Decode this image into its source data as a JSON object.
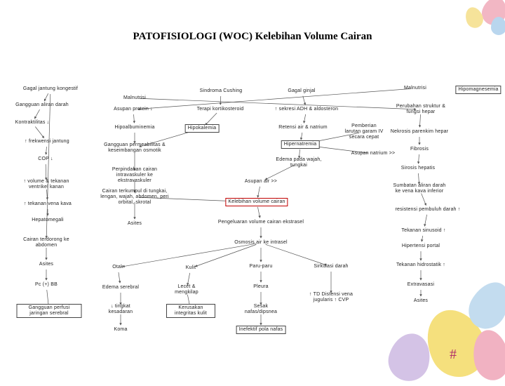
{
  "title": "PATOFISIOLOGI (WOC) Kelebihan Volume Cairan",
  "nodes": [
    {
      "id": "n1",
      "text": "Gagal jantung kongestif"
    },
    {
      "id": "n2",
      "text": "Sindroma Cushing"
    },
    {
      "id": "n3",
      "text": "Gagal ginjal"
    },
    {
      "id": "n4",
      "text": "Malnutrisi"
    },
    {
      "id": "n5",
      "text": "Hipomagnesemia"
    },
    {
      "id": "n6",
      "text": "Malnutrisi"
    },
    {
      "id": "n7",
      "text": "Gangguan aliran darah"
    },
    {
      "id": "n8",
      "text": "Asupan protein ↓"
    },
    {
      "id": "n9",
      "text": "Terapi kortikosteroid"
    },
    {
      "id": "n10",
      "text": "↑ sekresi ADH & aldosteron"
    },
    {
      "id": "n11",
      "text": "Perubahan struktur & fungsi hepar"
    },
    {
      "id": "n12",
      "text": "Kontraktilitas ↓"
    },
    {
      "id": "n13",
      "text": "Hipoalbuminemia"
    },
    {
      "id": "n14",
      "text": "Hipokalemia"
    },
    {
      "id": "n15",
      "text": "Retensi air & natrium"
    },
    {
      "id": "n16",
      "text": "Pemberian larutan garam IV secara cepat"
    },
    {
      "id": "n17",
      "text": "Nekrosis parenkim hepar"
    },
    {
      "id": "n18",
      "text": "↑ frekwensi jantung"
    },
    {
      "id": "n19",
      "text": "Gangguan permeabilitas & keseimbangan osmotik"
    },
    {
      "id": "n20",
      "text": "Hipernatremia"
    },
    {
      "id": "n21",
      "text": "Fibrosis"
    },
    {
      "id": "n22",
      "text": "COP ↓"
    },
    {
      "id": "n23",
      "text": "Edema pada wajah, tungkai"
    },
    {
      "id": "n24",
      "text": "Asupan natrium >>"
    },
    {
      "id": "n25",
      "text": "Sirosis hepatis"
    },
    {
      "id": "n26",
      "text": "Perpindahan cairan intravaskuler ke ekstravaskuler"
    },
    {
      "id": "n27",
      "text": "↑ volume & tekanan ventrikel kanan"
    },
    {
      "id": "n28",
      "text": "Asupan air >>"
    },
    {
      "id": "n29",
      "text": "Sumbatan aliran darah ke vena kava inferior"
    },
    {
      "id": "n30",
      "text": "Cairan terkumpul di tungkai, lengan, wajah, abdomen, peri orbital, skrotal"
    },
    {
      "id": "n31",
      "text": "↑ tekanan vena kava"
    },
    {
      "id": "n32",
      "text": "Kelebihan volume cairan"
    },
    {
      "id": "n33",
      "text": "resistensi pembuluh darah ↑"
    },
    {
      "id": "n34",
      "text": "Hepatomegali"
    },
    {
      "id": "n35",
      "text": "Asites"
    },
    {
      "id": "n36",
      "text": "Pengeluaran volume cairan ekstrasel"
    },
    {
      "id": "n37",
      "text": "Tekanan sinusoid ↑"
    },
    {
      "id": "n38",
      "text": "Cairan terdorong ke abdomen"
    },
    {
      "id": "n39",
      "text": "Osmosis air ke intrasel"
    },
    {
      "id": "n40",
      "text": "Hipertensi portal"
    },
    {
      "id": "n41",
      "text": "Asites"
    },
    {
      "id": "n42",
      "text": "Otak"
    },
    {
      "id": "n43",
      "text": "Kulit"
    },
    {
      "id": "n44",
      "text": "Paru-paru"
    },
    {
      "id": "n45",
      "text": "Sirkulasi darah"
    },
    {
      "id": "n46",
      "text": "Tekanan hidrostatik ↑"
    },
    {
      "id": "n47",
      "text": "Pc (+) BB"
    },
    {
      "id": "n48",
      "text": "Edema serebral"
    },
    {
      "id": "n49",
      "text": "Lecet & mengkilap"
    },
    {
      "id": "n50",
      "text": "Pleura"
    },
    {
      "id": "n51",
      "text": "↑ TD Distensi vena jugularis ↑ CVP"
    },
    {
      "id": "n52",
      "text": "Extravasasi"
    },
    {
      "id": "n53",
      "text": "Gangguan perfusi jaringan serebral"
    },
    {
      "id": "n54",
      "text": "↓ tingkat kesadaran"
    },
    {
      "id": "n55",
      "text": "Kerusakan integritas kulit"
    },
    {
      "id": "n56",
      "text": "Sesak nafas/dipsnea"
    },
    {
      "id": "n57",
      "text": "Asites"
    },
    {
      "id": "n58",
      "text": "Koma"
    },
    {
      "id": "n59",
      "text": "Inefektif pola nafas"
    }
  ],
  "links": [
    [
      "n1",
      "n7"
    ],
    [
      "n7",
      "n12"
    ],
    [
      "n12",
      "n18"
    ],
    [
      "n18",
      "n22"
    ],
    [
      "n22",
      "n27"
    ],
    [
      "n27",
      "n31"
    ],
    [
      "n31",
      "n34"
    ],
    [
      "n1",
      "n38"
    ],
    [
      "n38",
      "n41"
    ],
    [
      "n41",
      "n47"
    ],
    [
      "n47",
      "n53"
    ],
    [
      "n4",
      "n8"
    ],
    [
      "n8",
      "n13"
    ],
    [
      "n13",
      "n19"
    ],
    [
      "n19",
      "n26"
    ],
    [
      "n26",
      "n30"
    ],
    [
      "n30",
      "n35"
    ],
    [
      "n2",
      "n9"
    ],
    [
      "n9",
      "n14"
    ],
    [
      "n14",
      "n19"
    ],
    [
      "n3",
      "n10"
    ],
    [
      "n10",
      "n15"
    ],
    [
      "n15",
      "n20"
    ],
    [
      "n20",
      "n23"
    ],
    [
      "n23",
      "n28"
    ],
    [
      "n28",
      "n32"
    ],
    [
      "n16",
      "n20"
    ],
    [
      "n24",
      "n20"
    ],
    [
      "n30",
      "n32"
    ],
    [
      "n6",
      "n11"
    ],
    [
      "n11",
      "n17"
    ],
    [
      "n17",
      "n21"
    ],
    [
      "n21",
      "n25"
    ],
    [
      "n25",
      "n29"
    ],
    [
      "n29",
      "n33"
    ],
    [
      "n33",
      "n37"
    ],
    [
      "n37",
      "n40"
    ],
    [
      "n40",
      "n46"
    ],
    [
      "n46",
      "n52"
    ],
    [
      "n52",
      "n57"
    ],
    [
      "n32",
      "n36"
    ],
    [
      "n36",
      "n39"
    ],
    [
      "n39",
      "n42"
    ],
    [
      "n39",
      "n43"
    ],
    [
      "n39",
      "n44"
    ],
    [
      "n39",
      "n45"
    ],
    [
      "n42",
      "n48"
    ],
    [
      "n48",
      "n54"
    ],
    [
      "n54",
      "n58"
    ],
    [
      "n43",
      "n49"
    ],
    [
      "n49",
      "n55"
    ],
    [
      "n44",
      "n50"
    ],
    [
      "n50",
      "n56"
    ],
    [
      "n56",
      "n59"
    ],
    [
      "n45",
      "n51"
    ]
  ],
  "colors": {
    "line": "#555555",
    "box_border": "#444444",
    "accent": "#c00000",
    "hash": "#b0306a"
  },
  "decoration": "pastel candy eggs at top-right and bottom-right corners"
}
